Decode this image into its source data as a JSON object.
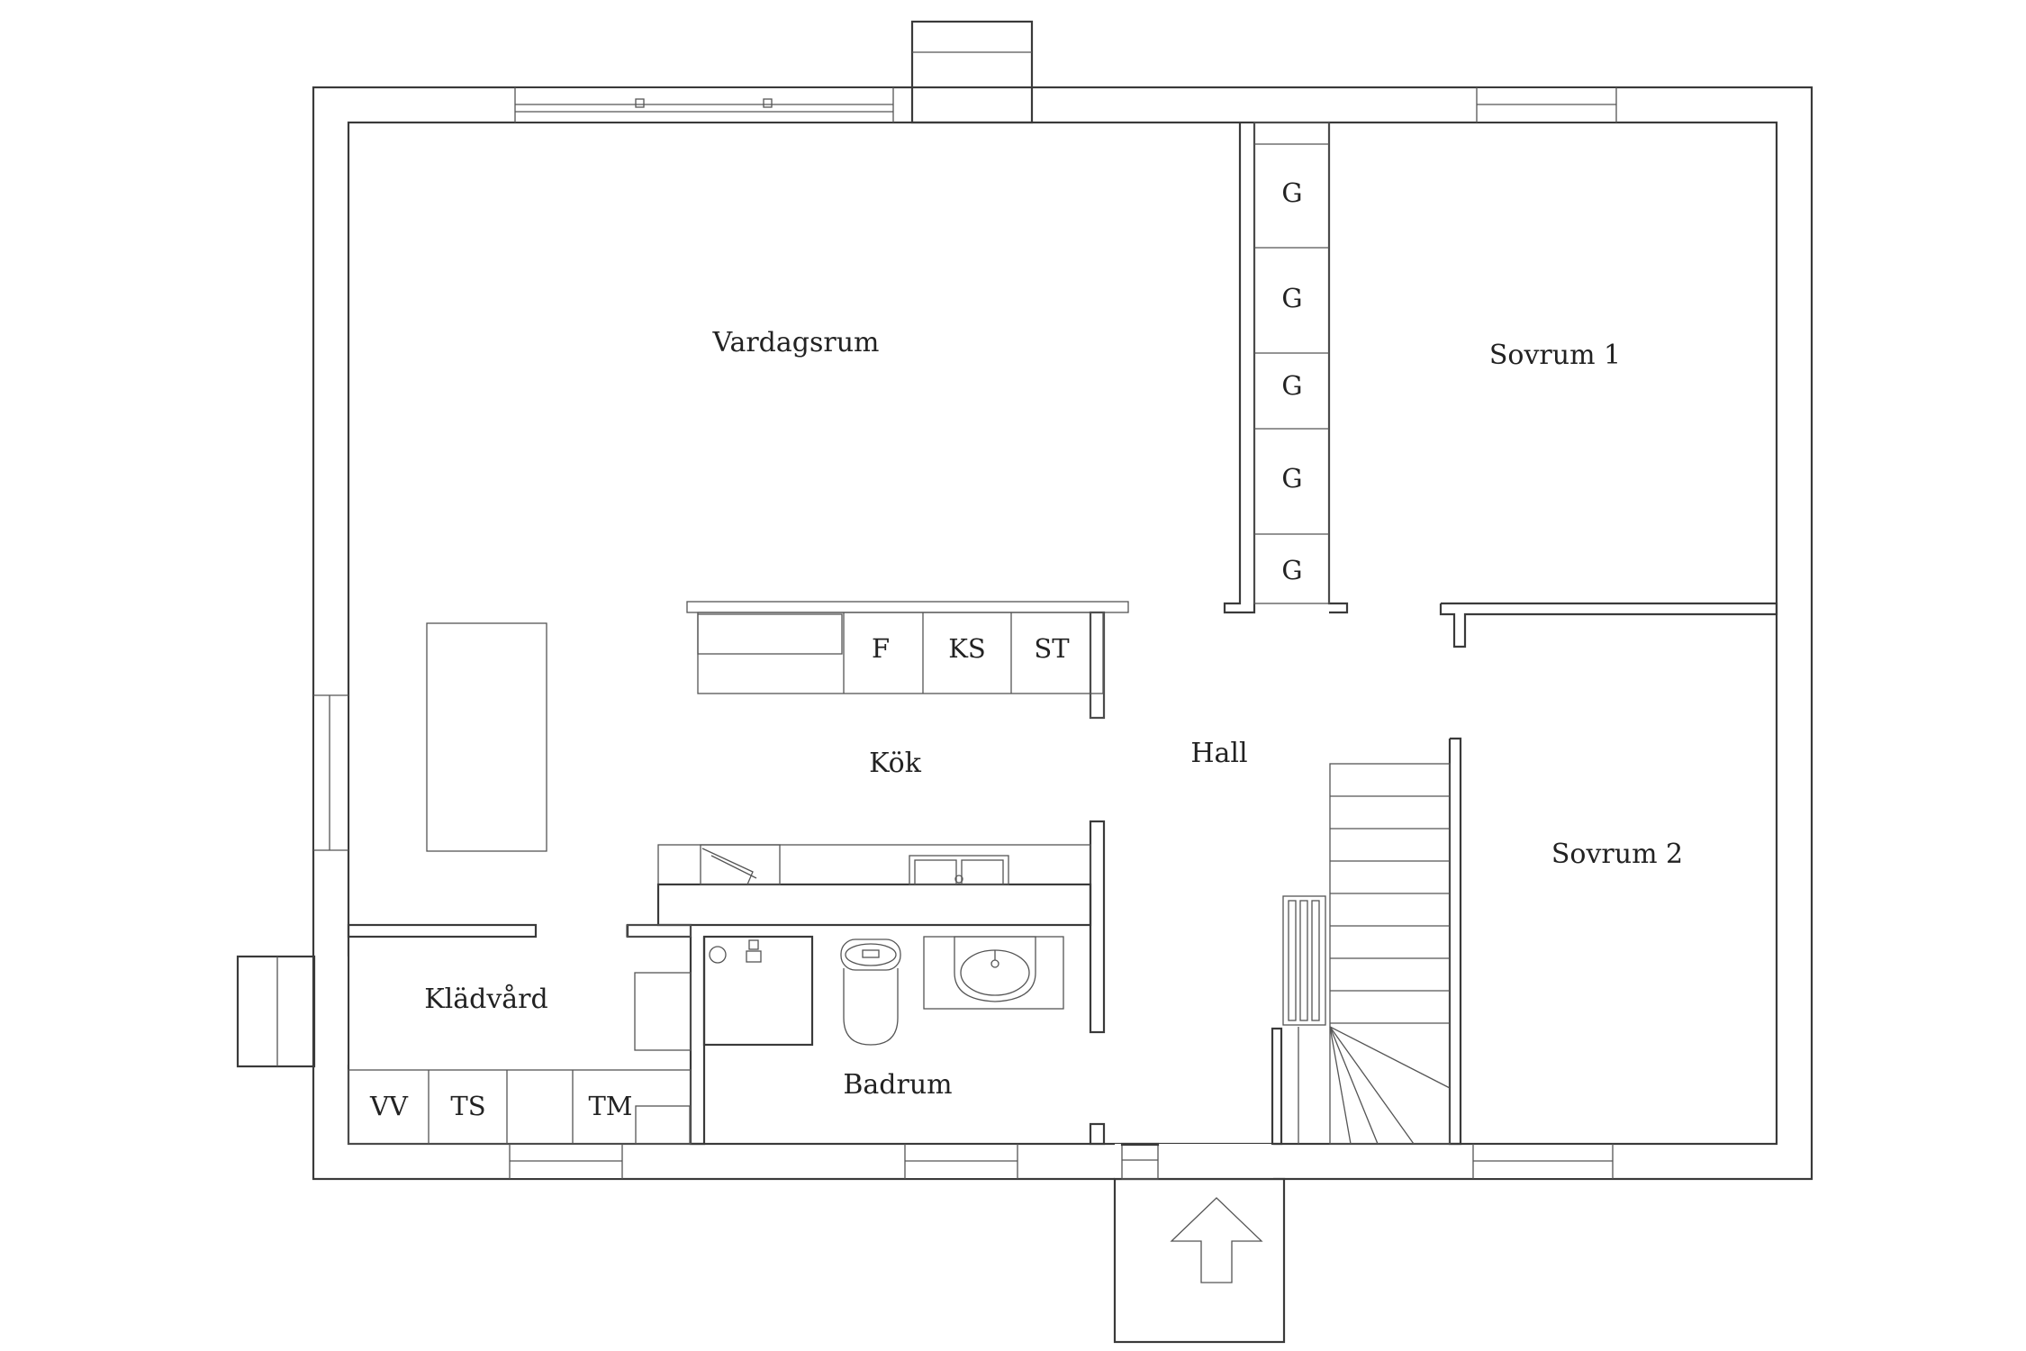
{
  "rooms": {
    "vardagsrum": "Vardagsrum",
    "sovrum1": "Sovrum 1",
    "sovrum2": "Sovrum 2",
    "kok": "Kök",
    "hall": "Hall",
    "kladvard": "Klädvård",
    "badrum": "Badrum"
  },
  "fixtures": {
    "wardrobe": "G",
    "fridge": "F",
    "fridge_freezer": "KS",
    "stove": "ST",
    "water_heater": "VV",
    "dryer": "TS",
    "washer": "TM"
  },
  "colors": {
    "line": "#3a3a3a",
    "thin_line": "#555555",
    "background": "#ffffff"
  },
  "icons": [
    "entrance-arrow-icon",
    "stair-icon",
    "toilet-icon",
    "sink-icon",
    "radiator-icon"
  ]
}
